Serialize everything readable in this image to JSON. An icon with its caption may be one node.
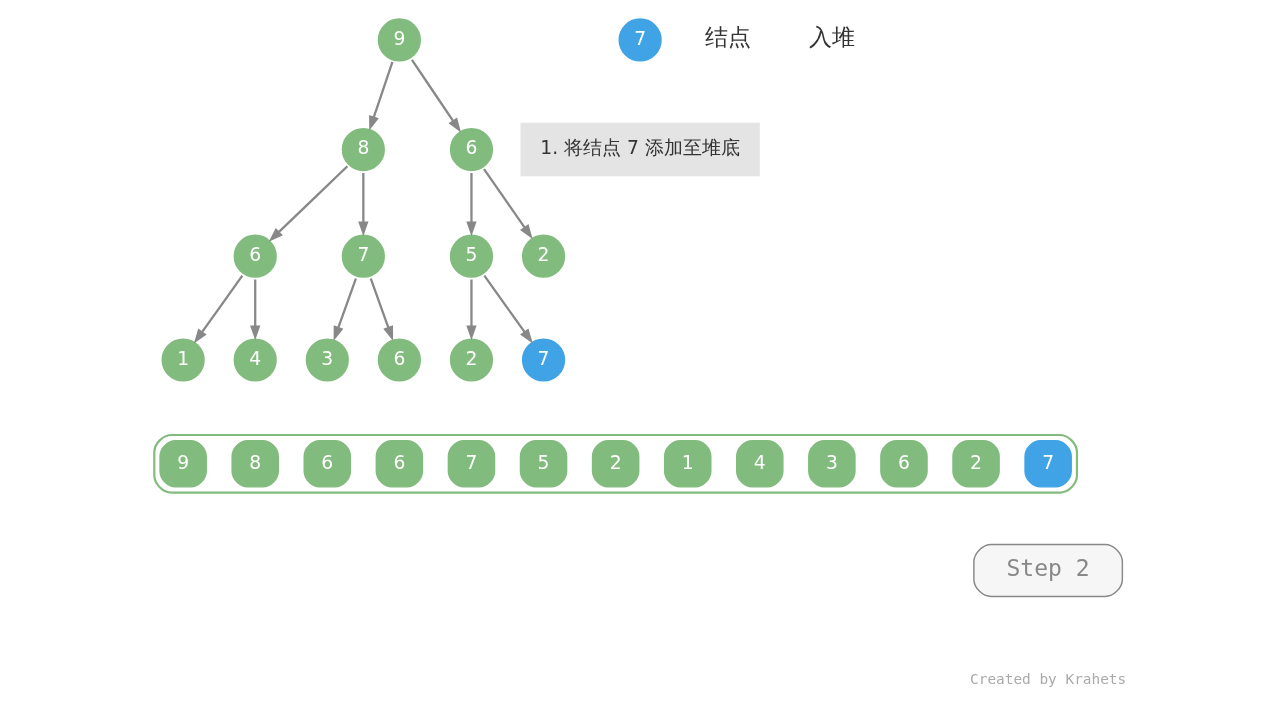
{
  "diagram": {
    "nodes": [
      {
        "text": [
          "9"
        ]
      },
      {
        "text": [
          "8"
        ]
      },
      {
        "text": [
          "6"
        ]
      },
      {
        "text": [
          "6"
        ]
      },
      {
        "text": [
          "7"
        ]
      },
      {
        "text": [
          "5"
        ]
      },
      {
        "text": [
          "2"
        ]
      },
      {
        "text": [
          "1"
        ]
      },
      {
        "text": [
          "4"
        ]
      },
      {
        "text": [
          "3"
        ]
      },
      {
        "text": [
          "6"
        ]
      },
      {
        "text": [
          "2"
        ]
      },
      {
        "text": [
          "7"
        ]
      },
      {
        "text": [
          "7"
        ]
      },
      {
        "text": [
          "1. 将结点 7 添加至堆底"
        ]
      },
      {
        "text": [],
        "shape": "box"
      },
      {
        "text": [
          "9"
        ],
        "in": 15
      },
      {
        "text": [
          "8"
        ],
        "in": 15
      },
      {
        "text": [
          "6"
        ],
        "in": 15
      },
      {
        "text": [
          "6"
        ],
        "in": 15
      },
      {
        "text": [
          "7"
        ],
        "in": 15
      },
      {
        "text": [
          "5"
        ],
        "in": 15
      },
      {
        "text": [
          "2"
        ],
        "in": 15
      },
      {
        "text": [
          "1"
        ],
        "in": 15
      },
      {
        "text": [
          "4"
        ],
        "in": 15
      },
      {
        "text": [
          "3"
        ],
        "in": 15
      },
      {
        "text": [
          "6"
        ],
        "in": 15
      },
      {
        "text": [
          "2"
        ],
        "in": 15
      },
      {
        "text": [
          "7"
        ],
        "in": 15
      },
      {
        "text": [
          "Step 2"
        ]
      }
    ],
    "edges": [
      {
        "from": 0,
        "to": 1,
        "arrow": "to"
      },
      {
        "from": 0,
        "to": 2,
        "arrow": "to"
      },
      {
        "from": 1,
        "to": 3,
        "arrow": "to"
      },
      {
        "from": 1,
        "to": 4,
        "arrow": "to"
      },
      {
        "from": 2,
        "to": 5,
        "arrow": "to"
      },
      {
        "from": 2,
        "to": 6,
        "arrow": "to"
      },
      {
        "from": 3,
        "to": 7,
        "arrow": "to"
      },
      {
        "from": 3,
        "to": 8,
        "arrow": "to"
      },
      {
        "from": 4,
        "to": 9,
        "arrow": "to"
      },
      {
        "from": 4,
        "to": 10,
        "arrow": "to"
      },
      {
        "from": 5,
        "to": 11,
        "arrow": "to"
      },
      {
        "from": 5,
        "to": 12,
        "arrow": "to"
      }
    ],
    "labels": [
      "结点",
      "入堆",
      "Created by Krahets"
    ]
  }
}
